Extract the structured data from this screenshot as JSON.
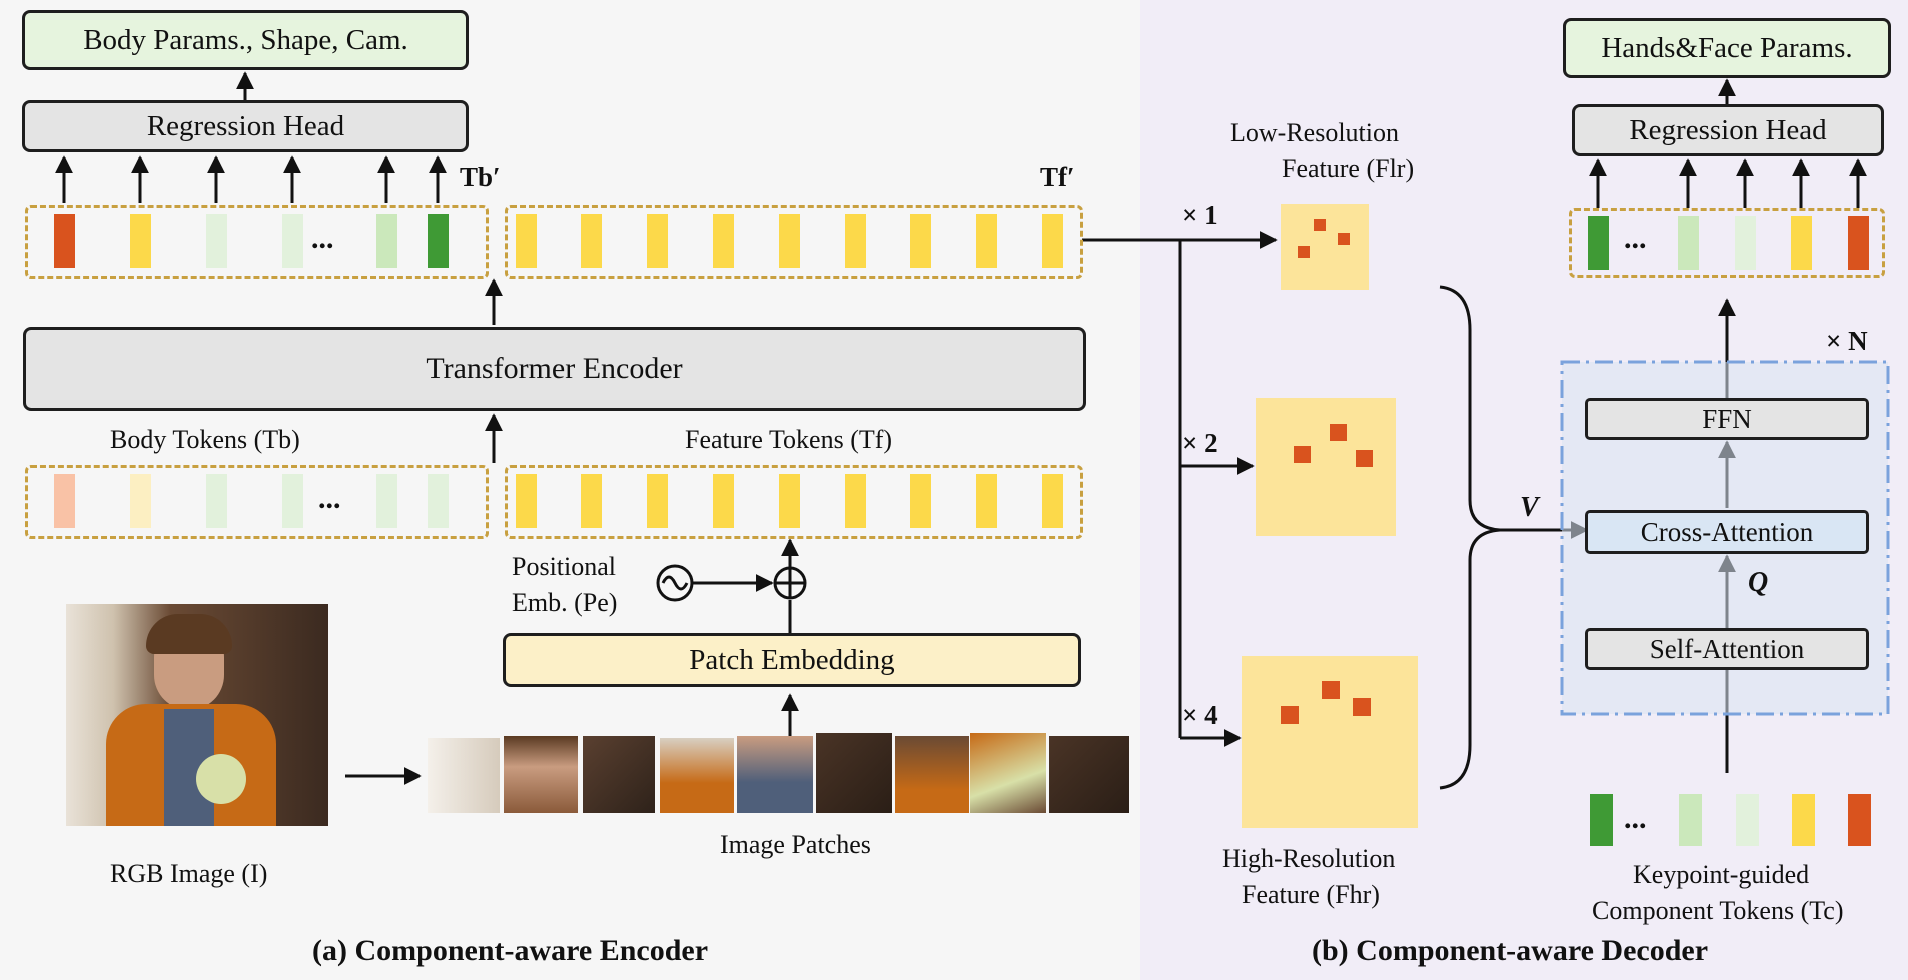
{
  "encoder": {
    "caption": "(a) Component-aware Encoder",
    "output_box": "Body Params., Shape, Cam.",
    "regression_head": "Regression Head",
    "transformer": "Transformer Encoder",
    "patch_embedding": "Patch Embedding",
    "body_tokens_out": "Tb′",
    "feature_tokens_out": "Tf′",
    "body_tokens_label": "Body Tokens (Tb)",
    "feature_tokens_label": "Feature Tokens (Tf)",
    "positional_line1": "Positional",
    "positional_line2": "Emb. (Pe)",
    "image_patches": "Image Patches",
    "rgb_image": "RGB Image (I)",
    "ellipsis": "..."
  },
  "decoder": {
    "caption": "(b) Component-aware Decoder",
    "output_box": "Hands&Face Params.",
    "regression_head": "Regression Head",
    "ffn": "FFN",
    "cross_attention": "Cross-Attention",
    "self_attention": "Self-Attention",
    "repeat": "× N",
    "v_label": "V",
    "q_label": "Q",
    "low_res_line1": "Low-Resolution",
    "low_res_line2": "Feature (Flr)",
    "high_res_line1": "High-Resolution",
    "high_res_line2": "Feature (Fhr)",
    "scale_1": "× 1",
    "scale_2": "× 2",
    "scale_4": "× 4",
    "component_line1": "Keypoint-guided",
    "component_line2": "Component Tokens (Tc)",
    "ellipsis": "..."
  },
  "colors": {
    "panel_a_bg": "#f6f6f6",
    "panel_b_bg": "#f1edf7",
    "token_yellow": "#fcd94a",
    "token_orange": "#d9531e",
    "token_dark_green": "#3f9a35",
    "token_light_green": "#cbe8bb",
    "token_pale_green": "#e2f1dc",
    "dashed_border": "#c8a040",
    "feature_map": "#fce49a"
  }
}
